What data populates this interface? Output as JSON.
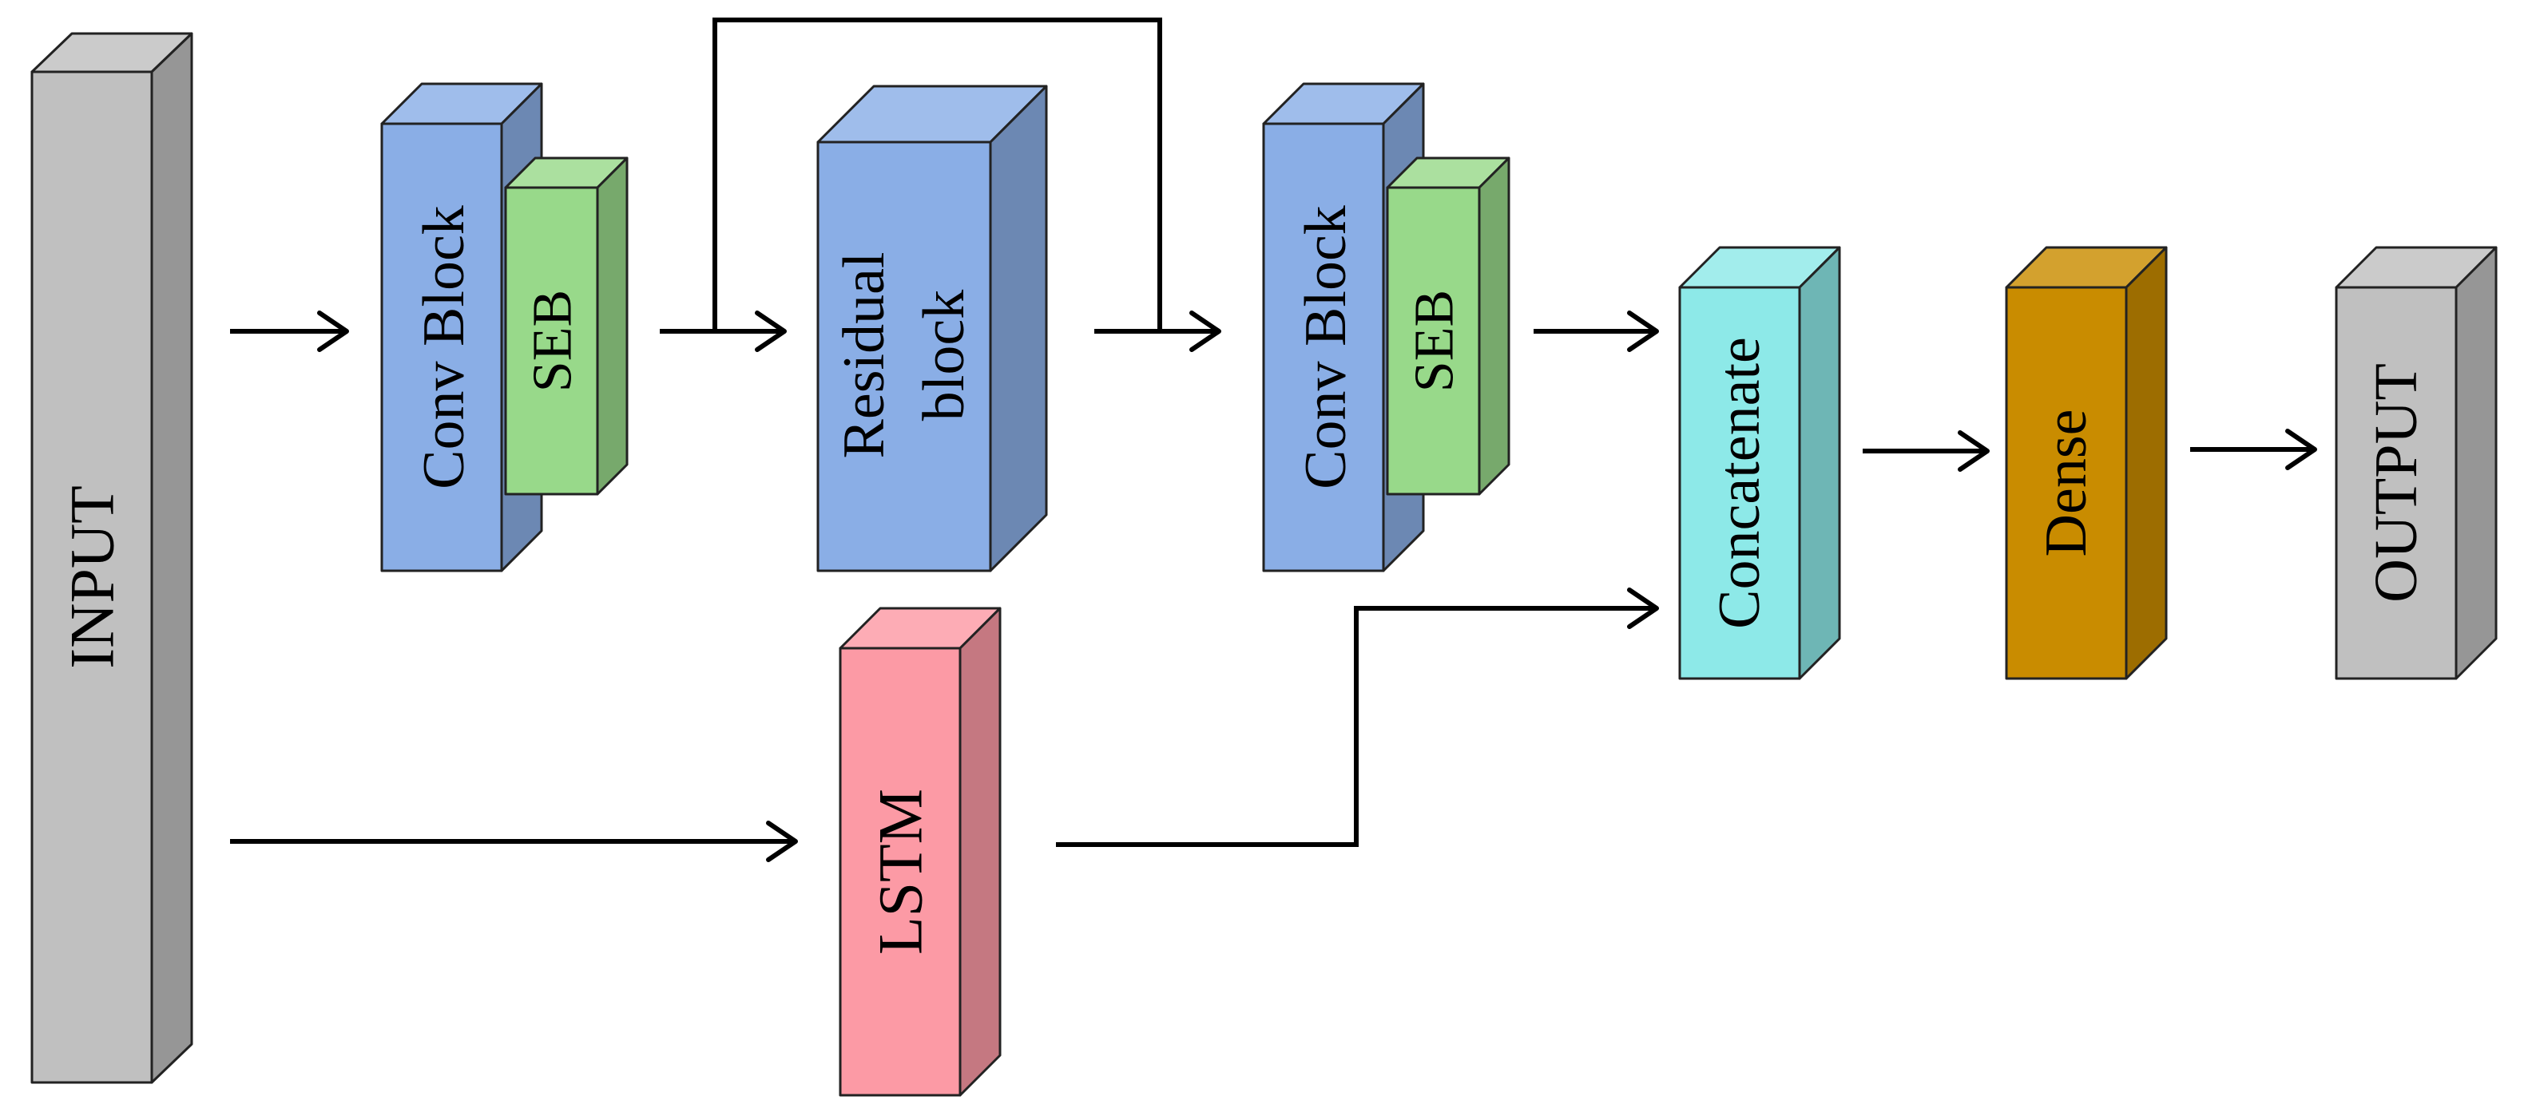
{
  "colors": {
    "input": "#c0c0c0",
    "conv": "#8aaee6",
    "seb": "#98d98a",
    "residual": "#8aaee6",
    "lstm": "#fc9aa5",
    "concat": "#8de9e8",
    "dense": "#c98c00",
    "output": "#c0c0c0"
  },
  "blocks": {
    "input": {
      "label": "INPUT"
    },
    "conv1": {
      "label": "Conv Block"
    },
    "seb1": {
      "label": "SEB"
    },
    "residual": {
      "line1": "Residual",
      "line2": "block"
    },
    "conv2": {
      "label": "Conv Block"
    },
    "seb2": {
      "label": "SEB"
    },
    "lstm": {
      "label": "LSTM"
    },
    "concat": {
      "label": "Concatenate"
    },
    "dense": {
      "label": "Dense"
    },
    "output": {
      "label": "OUTPUT"
    }
  },
  "connections": [
    {
      "from": "INPUT",
      "to": "Conv Block"
    },
    {
      "from": "Conv Block",
      "to": "Residual block"
    },
    {
      "from": "Conv Block",
      "to": "Conv Block",
      "kind": "skip"
    },
    {
      "from": "Residual block",
      "to": "Conv Block"
    },
    {
      "from": "Conv Block",
      "to": "Concatenate"
    },
    {
      "from": "INPUT",
      "to": "LSTM"
    },
    {
      "from": "LSTM",
      "to": "Concatenate"
    },
    {
      "from": "Concatenate",
      "to": "Dense"
    },
    {
      "from": "Dense",
      "to": "OUTPUT"
    }
  ]
}
